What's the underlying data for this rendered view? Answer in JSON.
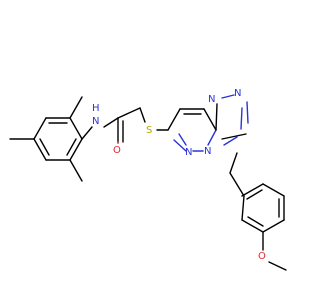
{
  "atoms": {
    "n_amide": "N",
    "h_amide": "H",
    "o_carbonyl": "O",
    "s_thioether": "S",
    "n_triazole_a": "N",
    "n_triazole_b": "N",
    "n_bridge": "N",
    "n_pyridazine": "N",
    "o_methoxy": "O"
  },
  "colors": {
    "carbon_bond": "#000000",
    "nitrogen": "#2a33d9",
    "oxygen": "#e8262a",
    "sulfur": "#b8a600",
    "background": "#ffffff"
  }
}
